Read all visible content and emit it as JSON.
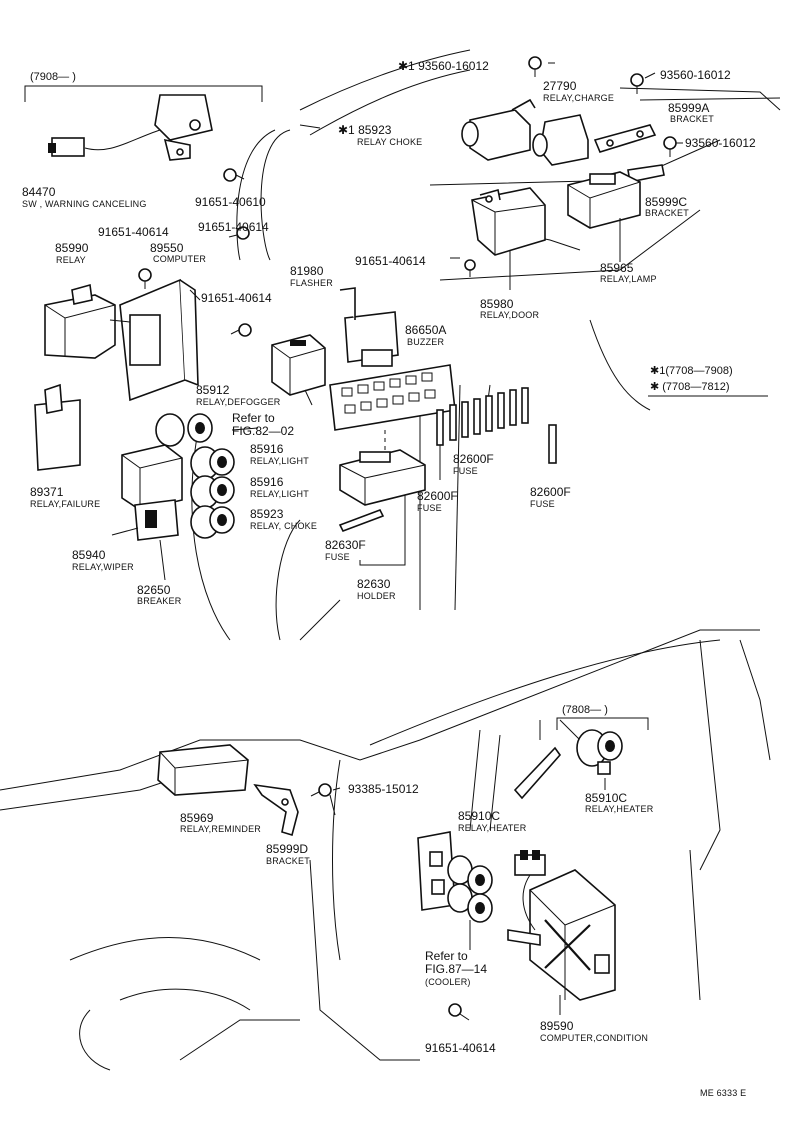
{
  "labels": {
    "p84470": {
      "num": "84470",
      "cap": "SW , WARNING CANCELING"
    },
    "bracket_7908_top": {
      "text": "(7908—      )"
    },
    "p91651_40610": {
      "num": "91651-40610"
    },
    "p91651_40614_a": {
      "num": "91651-40614"
    },
    "p91651_40614_b": {
      "num": "91651-40614"
    },
    "p91651_40614_c": {
      "num": "91651-40614"
    },
    "p91651_40614_d": {
      "num": "91651-40614"
    },
    "p85990": {
      "num": "85990",
      "cap": "RELAY"
    },
    "p89550": {
      "num": "89550",
      "cap": "COMPUTER"
    },
    "p85923_top": {
      "num": "✱1 85923",
      "cap": "RELAY CHOKE"
    },
    "p93560_a": {
      "num": "✱1 93560-16012"
    },
    "p27790": {
      "num": "27790",
      "cap": "RELAY,CHARGE"
    },
    "p93560_b": {
      "num": "93560-16012"
    },
    "p85999A": {
      "num": "85999A",
      "cap": "BRACKET"
    },
    "p93560_c": {
      "num": "93560-16012"
    },
    "p85999C": {
      "num": "85999C",
      "cap": "BRACKET"
    },
    "p85965": {
      "num": "85965",
      "cap": "RELAY,LAMP"
    },
    "p81980": {
      "num": "81980",
      "cap": "FLASHER"
    },
    "p86650A": {
      "num": "86650A",
      "cap": "BUZZER"
    },
    "p85980": {
      "num": "85980",
      "cap": "RELAY,DOOR"
    },
    "legend1": {
      "text": "✱1(7708—7908)"
    },
    "legend2": {
      "text": "✱  (7708—7812)"
    },
    "p85912": {
      "num": "85912",
      "cap": "RELAY,DEFOGGER"
    },
    "refer82": {
      "line1": "Refer  to",
      "line2": "FIG.82—02"
    },
    "p85916_a": {
      "num": "85916",
      "cap": "RELAY,LIGHT"
    },
    "p85916_b": {
      "num": "85916",
      "cap": "RELAY,LIGHT"
    },
    "p85923_b": {
      "num": "85923",
      "cap": "RELAY, CHOKE"
    },
    "p89371": {
      "num": "89371",
      "cap": "RELAY,FAILURE"
    },
    "p85940": {
      "num": "85940",
      "cap": "RELAY,WIPER"
    },
    "p82650": {
      "num": "82650",
      "cap": "BREAKER"
    },
    "p82600F_a": {
      "num": "82600F",
      "cap": "FUSE"
    },
    "p82600F_b": {
      "num": "82600F",
      "cap": "FUSE"
    },
    "p82600F_c": {
      "num": "82600F",
      "cap": "FUSE"
    },
    "p82630F": {
      "num": "82630F",
      "cap": "FUSE"
    },
    "p82630": {
      "num": "82630",
      "cap": "HOLDER"
    },
    "bracket_7808": {
      "text": "(7808—      )"
    },
    "p85910C_a": {
      "num": "85910C",
      "cap": "RELAY,HEATER"
    },
    "p85910C_b": {
      "num": "85910C",
      "cap": "RELAY,HEATER"
    },
    "p85969": {
      "num": "85969",
      "cap": "RELAY,REMINDER"
    },
    "p93385": {
      "num": "93385-15012"
    },
    "p85999D": {
      "num": "85999D",
      "cap": "BRACKET"
    },
    "refer87": {
      "line1": "Refer  to",
      "line2": "FIG.87—14",
      "line3": "(COOLER)"
    },
    "p89590": {
      "num": "89590",
      "cap": "COMPUTER,CONDITION"
    },
    "p91651_40614_e": {
      "num": "91651-40614"
    },
    "code": {
      "text": "ME  6333  E"
    }
  }
}
